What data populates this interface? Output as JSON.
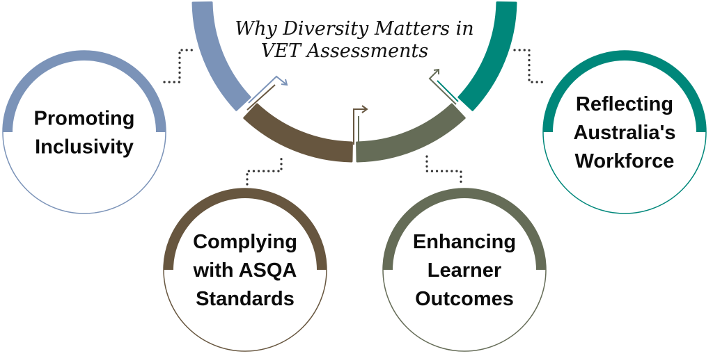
{
  "title": {
    "line1": "Why Diversity Matters in",
    "line2": "VET Assessments"
  },
  "colors": {
    "blue": "#7b93b8",
    "brown": "#67563f",
    "olive": "#656c57",
    "teal": "#00877a"
  },
  "nodes": [
    {
      "id": "promoting",
      "lines": [
        "Promoting",
        "Inclusivity"
      ],
      "color": "#7b93b8"
    },
    {
      "id": "complying",
      "lines": [
        "Complying",
        "with ASQA",
        "Standards"
      ],
      "color": "#67563f"
    },
    {
      "id": "enhancing",
      "lines": [
        "Enhancing",
        "Learner",
        "Outcomes"
      ],
      "color": "#656c57"
    },
    {
      "id": "reflecting",
      "lines": [
        "Reflecting",
        "Australia's",
        "Workforce"
      ],
      "color": "#00877a"
    }
  ]
}
